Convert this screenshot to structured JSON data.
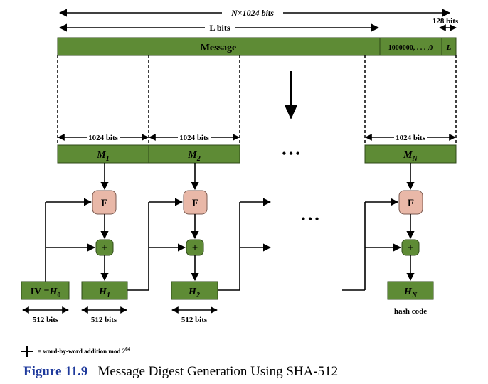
{
  "top_dims": {
    "total": "N×1024 bits",
    "message_length": "L bits",
    "padding_length": "128 bits"
  },
  "message_bar": {
    "message": "Message",
    "padding": "1000000, . . . ,0",
    "length_field": "L"
  },
  "block_size": "1024 bits",
  "blocks": {
    "m1": "M",
    "m1_sub": "1",
    "m2": "M",
    "m2_sub": "2",
    "mn": "M",
    "mn_sub": "N"
  },
  "ellipsis": "• • •",
  "function_label": "F",
  "adder_label": "+",
  "states": {
    "iv_prefix": "IV =",
    "iv_h": "H",
    "iv_sub": "0",
    "h1": "H",
    "h1_sub": "1",
    "h2": "H",
    "h2_sub": "2",
    "hn": "H",
    "hn_sub": "N"
  },
  "state_size": "512  bits",
  "hash_code": "hash code",
  "legend": {
    "text": "= word-by-word addition mod 2",
    "exponent": "64"
  },
  "caption": {
    "number": "Figure 11.9",
    "title": "Message Digest Generation Using SHA-512"
  },
  "colors": {
    "block_green": "#5e8b35",
    "f_box": "#e9b8a8",
    "caption_blue": "#1f3a9c"
  }
}
